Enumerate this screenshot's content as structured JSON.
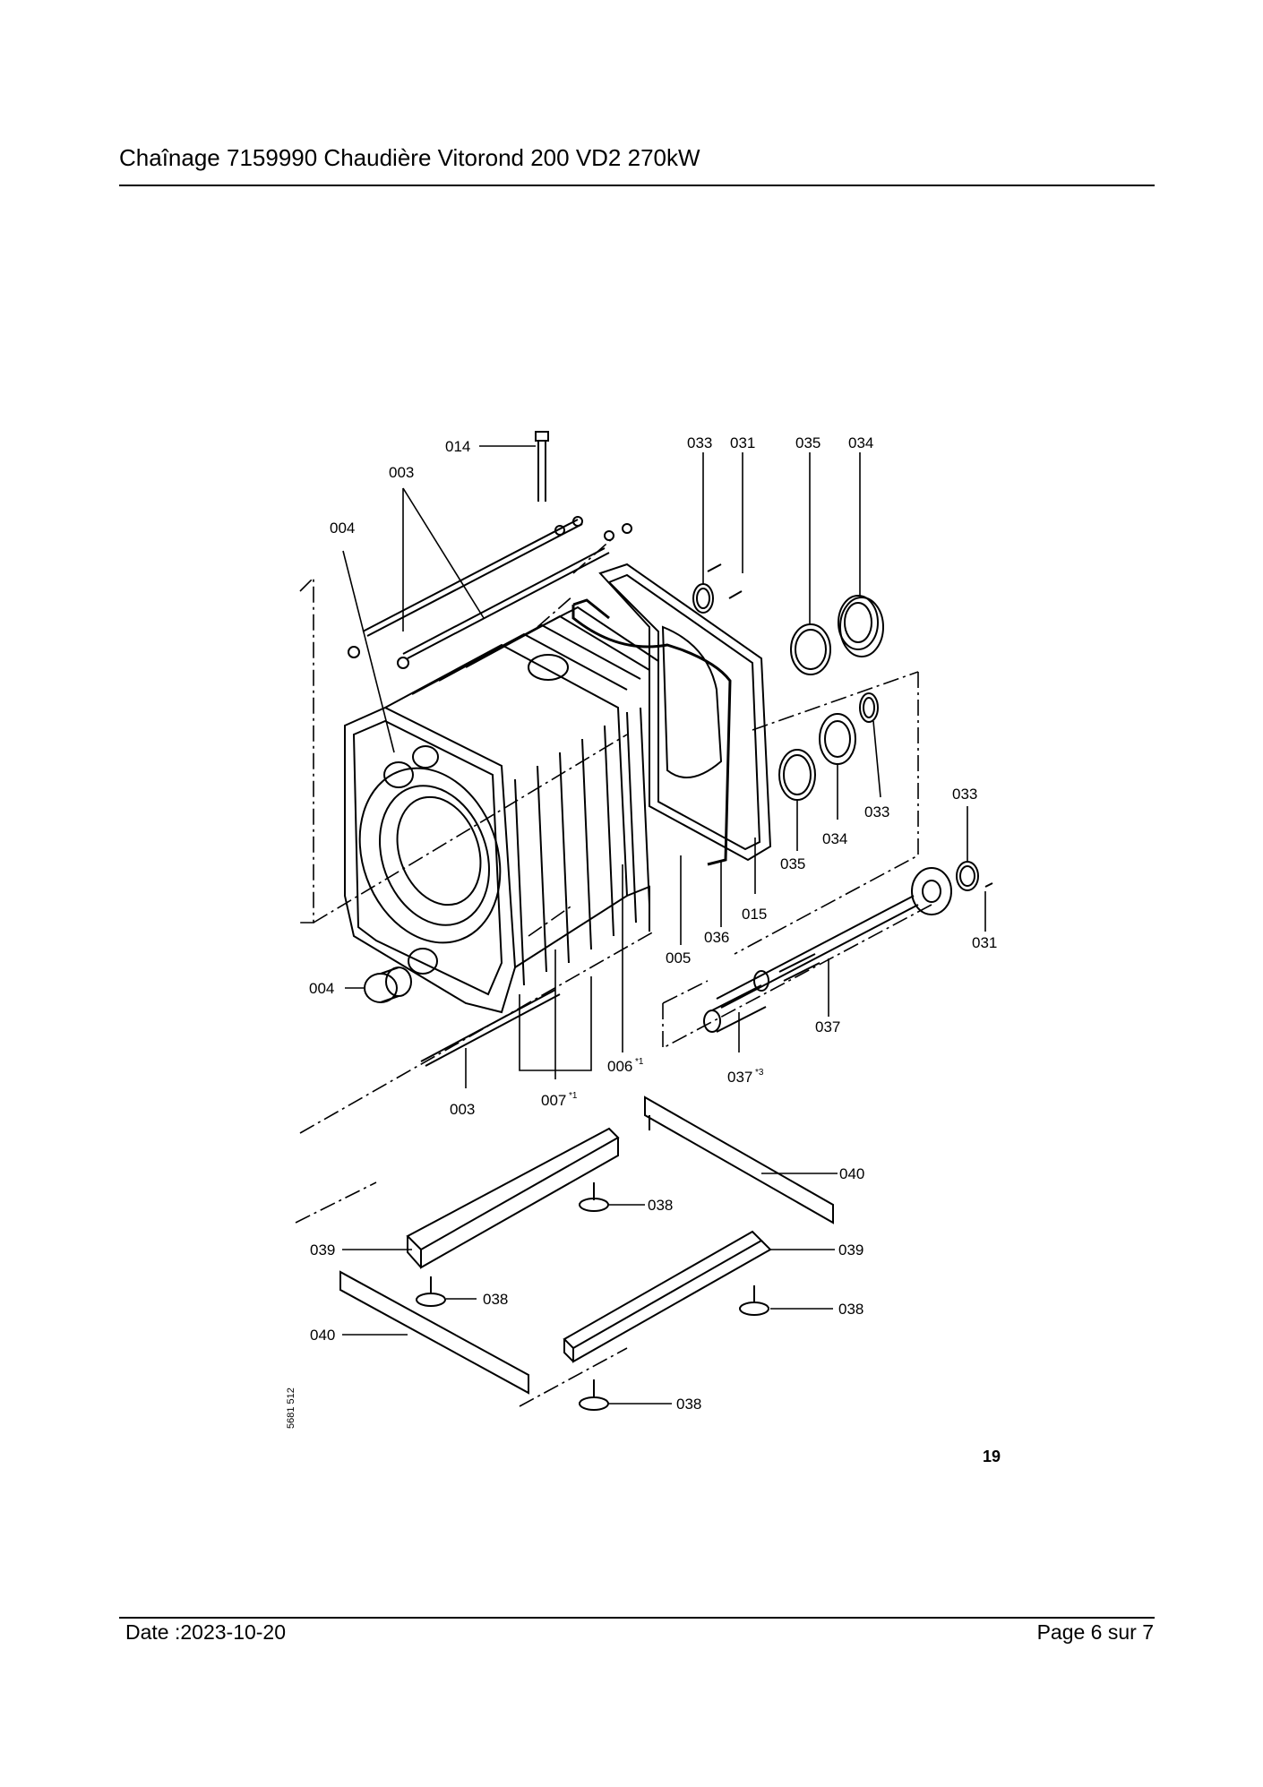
{
  "header": {
    "title": "Chaînage 7159990 Chaudière Vitorond 200 VD2 270kW"
  },
  "diagram": {
    "labels": {
      "l014": "014",
      "l003a": "003",
      "l004a": "004",
      "l033a": "033",
      "l031a": "031",
      "l035a": "035",
      "l034a": "034",
      "l033b": "033",
      "l034b": "034",
      "l035b": "035",
      "l033c": "033",
      "l031b": "031",
      "l015": "015",
      "l036": "036",
      "l005": "005",
      "l004b": "004",
      "l006": "006",
      "l006sup": "*1",
      "l007": "007",
      "l007sup": "*1",
      "l003b": "003",
      "l037a": "037",
      "l037b": "037",
      "l037sup": "*3",
      "l040a": "040",
      "l038a": "038",
      "l039a": "039",
      "l039b": "039",
      "l038b": "038",
      "l038c": "038",
      "l040b": "040",
      "l038d": "038"
    },
    "figure_number": "19",
    "side_reference": "5681 512"
  },
  "footer": {
    "date": "Date :2023-10-20",
    "page": "Page 6 sur  7"
  }
}
